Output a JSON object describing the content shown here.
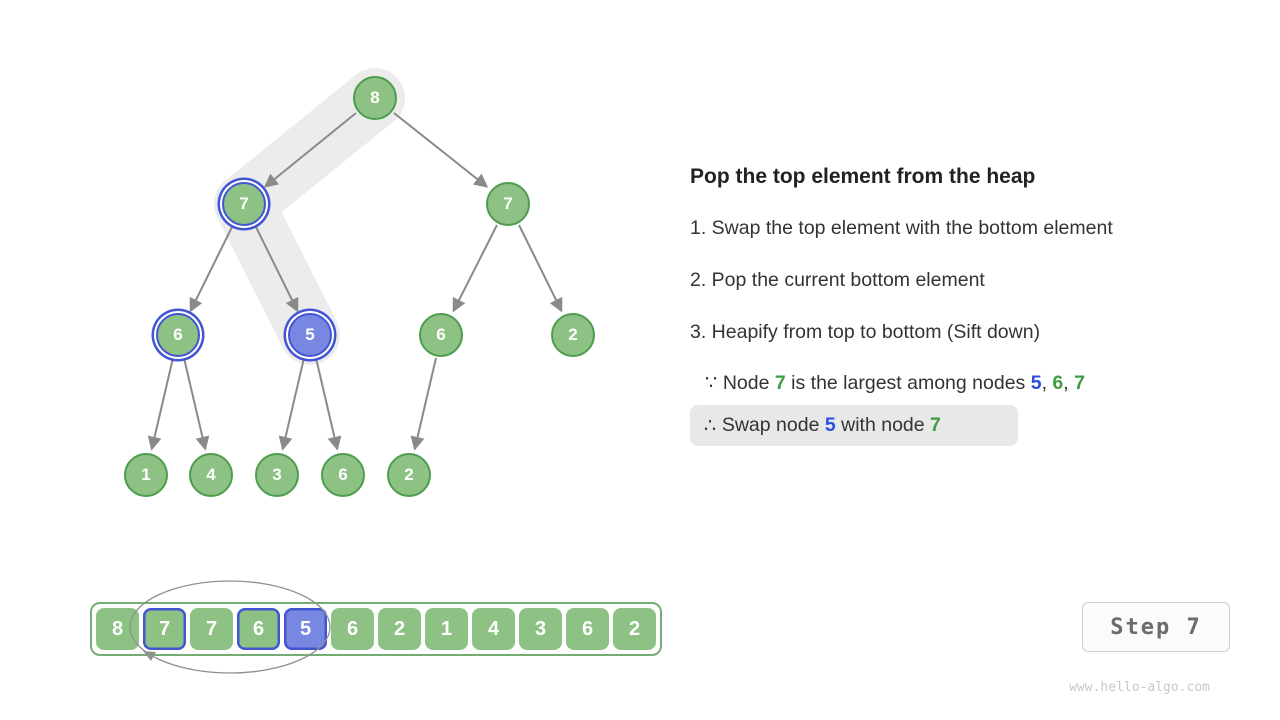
{
  "panel": {
    "title": "Pop the top element from the heap",
    "steps": [
      "1. Swap the top element with the bottom element",
      "2. Pop the current bottom element",
      "3. Heapify from top to bottom (Sift down)"
    ],
    "because": {
      "symbol": "∵",
      "t1": " Node ",
      "n1": "7",
      "t2": " is the largest among nodes ",
      "n2": "5",
      "s1": ", ",
      "n3": "6",
      "s2": ", ",
      "n4": "7"
    },
    "therefore": {
      "symbol": "∴",
      "t1": " Swap node ",
      "n1": "5",
      "t2": " with node ",
      "n2": "7"
    }
  },
  "tree": {
    "nodes": [
      "8",
      "7",
      "7",
      "6",
      "5",
      "6",
      "2",
      "1",
      "4",
      "3",
      "6",
      "2"
    ]
  },
  "array": {
    "cells": [
      "8",
      "7",
      "7",
      "6",
      "5",
      "6",
      "2",
      "1",
      "4",
      "3",
      "6",
      "2"
    ]
  },
  "step_box": {
    "label": "Step 7"
  },
  "watermark": "www.hello-algo.com",
  "colors": {
    "node_green_fill": "#8dc284",
    "node_green_border": "#4e9d4e",
    "node_blue_fill": "#7787e2",
    "node_blue_border": "#4355d2",
    "highlight_band": "#ececec",
    "text_num_blue": "#2b50e0",
    "text_num_green": "#3f9d44"
  }
}
